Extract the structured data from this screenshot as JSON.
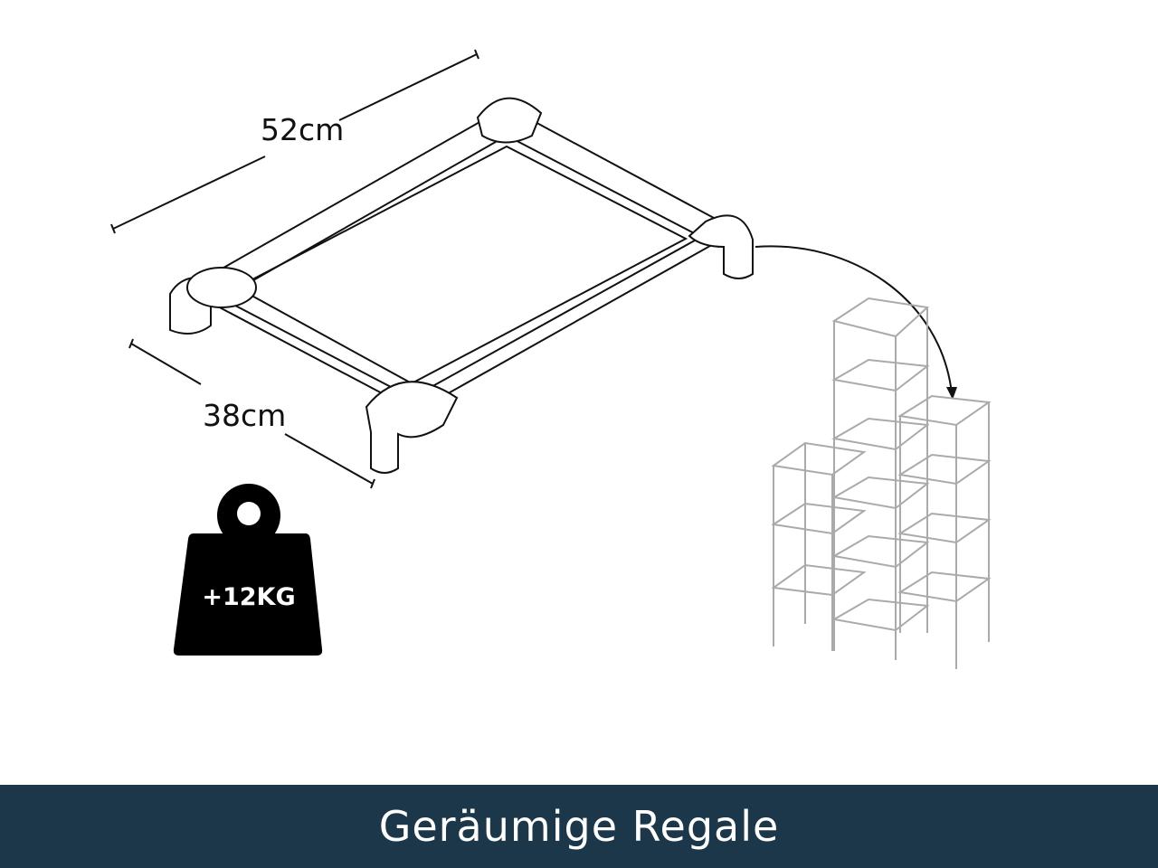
{
  "dimensions": {
    "length": "52cm",
    "width": "38cm"
  },
  "weight": {
    "label": "+12KG"
  },
  "footer": {
    "title": "Geräumige Regale"
  },
  "colors": {
    "footer_bg": "#1b3749",
    "line": "#111111",
    "shelf_line": "#bbbbbb"
  }
}
